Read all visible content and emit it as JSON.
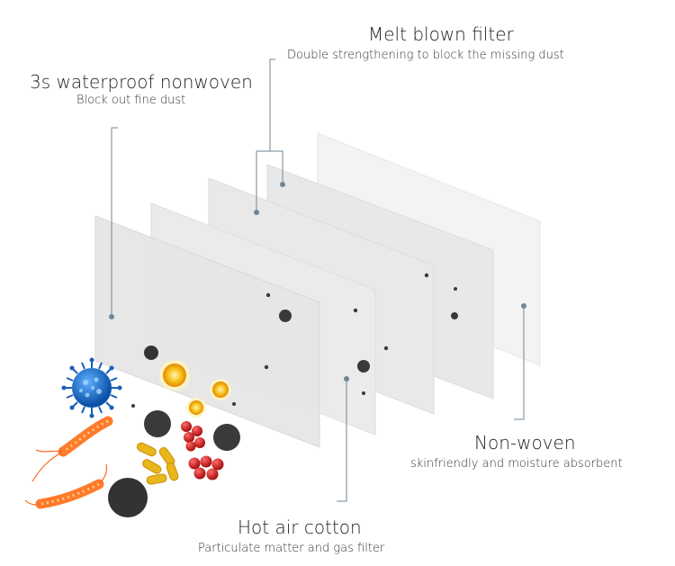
{
  "labels": {
    "melt_blown": {
      "title": "Melt blown filter",
      "subtitle": "Double strengthening to block the missing dust"
    },
    "waterproof": {
      "title": "3s waterproof nonwoven",
      "subtitle": "Block out fine dust"
    },
    "non_woven": {
      "title": "Non-woven",
      "subtitle": "skinfriendly and moisture absorbent"
    },
    "hot_air": {
      "title": "Hot air cotton",
      "subtitle": "Particulate matter and gas filter"
    }
  },
  "colors": {
    "layer_fill": "#e9e9e9",
    "layer_fill_back": "#f2f2f2",
    "callout_line": "#6f8796",
    "dust": "#3a3a3a",
    "virus": "#1e6fc8",
    "bacteria": "#cc2222",
    "spore": "#f0a010",
    "capsule": "#e7b51a",
    "worm": "#ff6a1a"
  }
}
